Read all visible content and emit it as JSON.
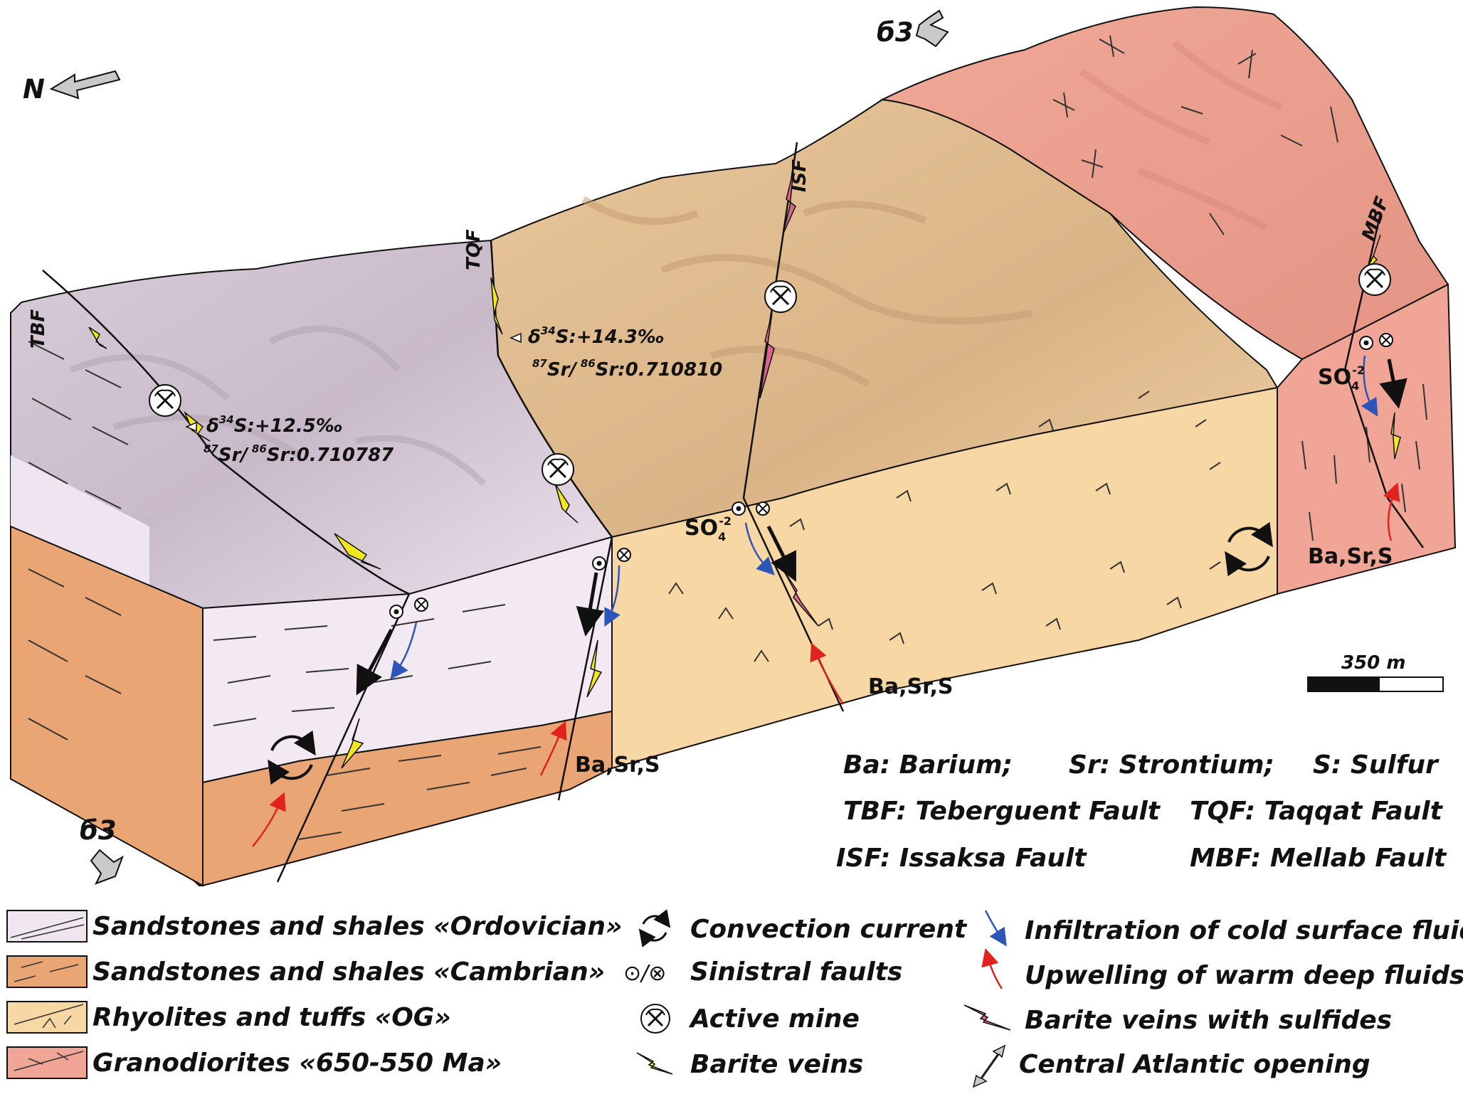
{
  "north": "N",
  "sigma": "б3",
  "faults": {
    "tbf": "TBF",
    "tqf": "TQF",
    "isf": "ISF",
    "mbf": "MBF"
  },
  "isotopes": {
    "tbf_s_prefix": "δ",
    "tbf_s_sup": "34",
    "tbf_s_value": "S:+12.5‰",
    "tbf_sr_sup1": "87",
    "tbf_sr_mid": "Sr/",
    "tbf_sr_sup2": "86",
    "tbf_sr_value": "Sr:0.710787",
    "tqf_s_prefix": "δ",
    "tqf_s_sup": "34",
    "tqf_s_value": "S:+14.3‰",
    "tqf_sr_sup1": "87",
    "tqf_sr_mid": "Sr/",
    "tqf_sr_sup2": "86",
    "tqf_sr_value": "Sr:0.710810"
  },
  "sulfate": {
    "base": "SO",
    "sub": "4",
    "sup": "-2"
  },
  "elements": "Ba,Sr,S",
  "scale_bar": "350 m",
  "abbreviations": {
    "ba": "Ba: Barium;",
    "sr": "Sr: Strontium;",
    "s": "S: Sulfur",
    "tbf": "TBF: Teberguent Fault",
    "tqf": "TQF: Taqqat Fault",
    "isf": "ISF: Issaksa Fault",
    "mbf": "MBF: Mellab Fault"
  },
  "legend": {
    "ordovician": "Sandstones and shales «Ordovician»",
    "cambrian": "Sandstones and shales «Cambrian»",
    "og": "Rhyolites and tuffs «OG»",
    "granodiorites": "Granodiorites «650-550 Ma»",
    "convection": "Convection current",
    "sinistral": "Sinistral faults",
    "mine": "Active mine",
    "barite": "Barite veins",
    "infiltration": "Infiltration of cold surface fluids",
    "upwelling": "Upwelling of warm deep fluids",
    "barite_sulfides": "Barite veins with sulfides",
    "atlantic": "Central Atlantic opening",
    "sinistral_symbol": "⊙/⊗"
  },
  "colors": {
    "ordovician": "#efe6f0",
    "cambrian": "#e9a574",
    "og": "#f7d7a4",
    "granodiorites": "#f0a596",
    "barite": "#f2e71b",
    "barite_sulfides": "#d9648e",
    "cold_fluid": "#2e55b8",
    "warm_fluid": "#e0231f"
  }
}
